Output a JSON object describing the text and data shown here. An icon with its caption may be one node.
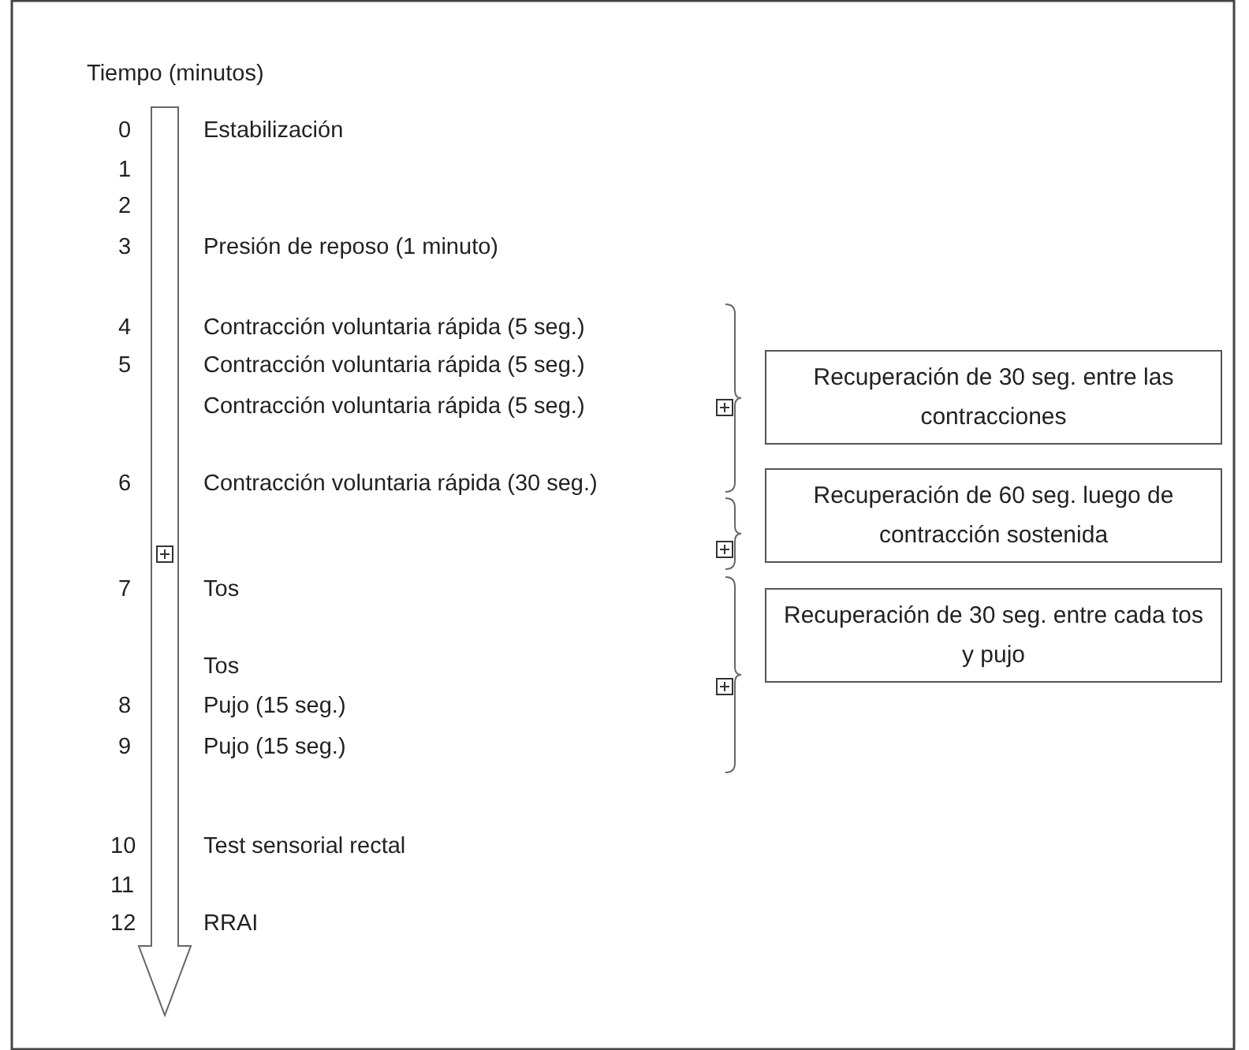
{
  "diagram": {
    "title": "Tiempo (minutos)",
    "nodes": [
      {
        "text": [
          "Recuperación de 30 seg. entre las contracciones"
        ]
      },
      {
        "text": [
          "Recuperación de 60 seg. luego de contracción sostenida"
        ]
      },
      {
        "text": [
          "Recuperación de 30 seg. entre cada tos y pujo"
        ]
      }
    ],
    "labels": [
      "0",
      "Estabilización",
      "1",
      "2",
      "3",
      "Presión de reposo (1 minuto)",
      "4",
      "Contracción voluntaria rápida (5 seg.)",
      "5",
      "Contracción voluntaria rápida (5 seg.)",
      "Contracción voluntaria rápida (5 seg.)",
      "6",
      "Contracción voluntaria rápida (30 seg.)",
      "7",
      "Tos",
      "Tos",
      "8",
      "Pujo (15 seg.)",
      "9",
      "Pujo (15 seg.)",
      "10",
      "Test sensorial rectal",
      "11",
      "12",
      "RRAI"
    ]
  }
}
